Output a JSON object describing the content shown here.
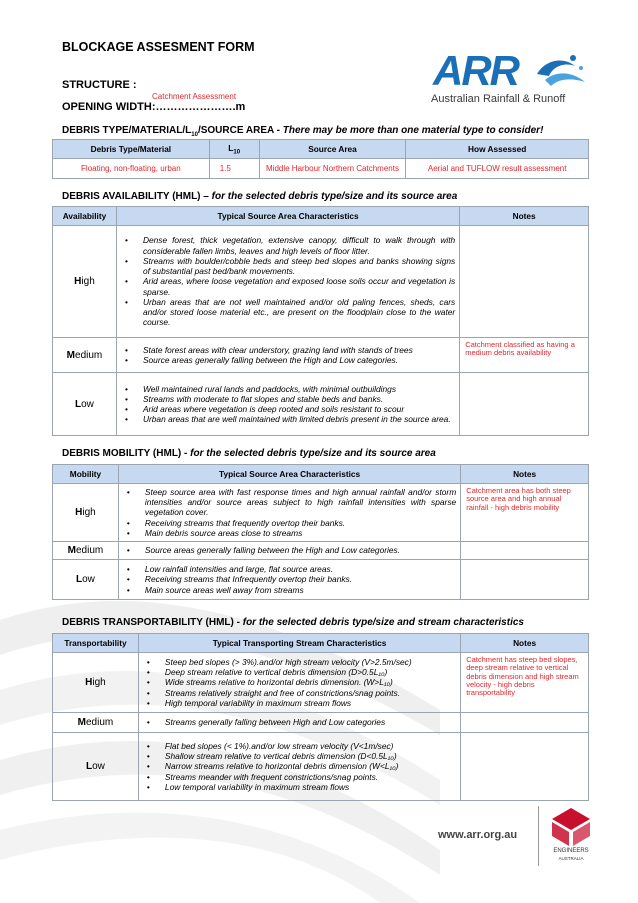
{
  "form_title": "BLOCKAGE ASSESMENT FORM",
  "structure_label": "STRUCTURE :",
  "opening_width_label": "OPENING WIDTH:………………….m",
  "opening_width_annotation": "Catchment Assessment",
  "logo": {
    "text": "ARR",
    "subtitle": "Australian Rainfall & Runoff"
  },
  "debris_type": {
    "heading": "DEBRIS TYPE/MATERIAL/L",
    "heading_sub": "10",
    "heading_tail": "/SOURCE AREA - ",
    "heading_italic": "There may be more than one material type to consider!",
    "col1": "Debris Type/Material",
    "col2_main": "L",
    "col2_sub": "10",
    "col3": "Source Area",
    "col4": "How Assessed",
    "row": {
      "type": "Floating, non-floating, urban",
      "l10": "1.5",
      "source": "Middle Harbour Northern Catchments",
      "assessed": "Aerial and TUFLOW result assessment"
    }
  },
  "availability": {
    "heading": "DEBRIS AVAILABILITY (HML) – ",
    "heading_italic": "for the selected debris type/size and its source area",
    "col1": "Availability",
    "col2": "Typical Source Area Characteristics",
    "col3": "Notes",
    "high": {
      "level": "High",
      "items": [
        "Dense forest, thick vegetation, extensive canopy, difficult to walk through with considerable fallen limbs, leaves and high levels of floor litter.",
        "Streams with boulder/cobble beds and steep bed slopes and banks showing signs of substantial past bed/bank movements.",
        "Arid areas, where loose vegetation and exposed loose soils occur and vegetation is sparse.",
        "Urban areas that are not well maintained and/or old paling fences, sheds, cars and/or stored loose material etc., are present on the floodplain close to the water course."
      ],
      "notes": ""
    },
    "medium": {
      "level": "Medium",
      "items": [
        "State forest areas with clear understory, grazing land with stands of trees",
        "Source areas generally falling between the High and Low categories."
      ],
      "notes": "Catchment classified as having a medium debris availability"
    },
    "low": {
      "level": "Low",
      "items": [
        "Well maintained rural lands and paddocks, with minimal outbuildings",
        "Streams with moderate to flat slopes and stable beds and banks.",
        "Arid areas where vegetation is deep rooted and soils resistant to scour",
        "Urban areas that are well maintained with limited debris present in the source area."
      ],
      "notes": ""
    }
  },
  "mobility": {
    "heading": "DEBRIS MOBILITY (HML) - ",
    "heading_italic": "for the selected debris type/size and its source area",
    "col1": "Mobility",
    "col2": "Typical Source Area Characteristics",
    "col3": "Notes",
    "high": {
      "level": "High",
      "items": [
        "Steep source area with fast response times and high annual rainfall and/or storm intensities and/or source areas subject to high rainfall intensities with sparse vegetation cover.",
        "Receiving streams that frequently overtop their banks.",
        "Main debris source areas close to streams"
      ],
      "notes": "Catchment area has both steep source area and high annual rainfall - high debris mobility"
    },
    "medium": {
      "level": "Medium",
      "items": [
        "Source areas generally falling between the High and Low categories."
      ],
      "notes": ""
    },
    "low": {
      "level": "Low",
      "items": [
        "Low rainfall intensities and large, flat source areas.",
        "Receiving streams that Infrequently overtop their banks.",
        "Main source areas well away from streams"
      ],
      "notes": ""
    }
  },
  "transportability": {
    "heading": "DEBRIS TRANSPORTABILITY (HML) - ",
    "heading_italic": "for the selected debris type/size and stream characteristics",
    "col1": "Transportability",
    "col2": "Typical Transporting Stream Characteristics",
    "col3": "Notes",
    "high": {
      "level": "High",
      "items": [
        "Steep bed slopes (> 3%).and/or high stream velocity (V>2.5m/sec)",
        "Deep stream relative to vertical debris dimension (D>0.5L₁₀)",
        "Wide streams relative to horizontal debris dimension. (W>L₁₀)",
        "Streams relatively straight and free of constrictions/snag points.",
        "High temporal variability in maximum stream flows"
      ],
      "notes": "Catchment has steep bed slopes, deep stream relative to vertical debris dimension and high stream velocity - high debris transportability"
    },
    "medium": {
      "level": "Medium",
      "items": [
        "Streams  generally falling between High and Low categories"
      ],
      "notes": ""
    },
    "low": {
      "level": "Low",
      "items": [
        "Flat bed slopes (< 1%).and/or low stream velocity (V<1m/sec)",
        "Shallow stream relative to vertical debris dimension (D<0.5L₁₀)",
        "Narrow streams relative to horizontal debris dimension (W<L₁₀)",
        "Streams meander with frequent constrictions/snag points.",
        "Low temporal variability in maximum stream flows"
      ],
      "notes": ""
    }
  },
  "footer": {
    "url": "www.arr.org.au",
    "org_line1": "ENGINEERS",
    "org_line2": "AUSTRALIA"
  },
  "colors": {
    "header_fill": "#c6d9f1",
    "annotation_red": "#e0282e",
    "logo_blue": "#1b6fb6"
  }
}
